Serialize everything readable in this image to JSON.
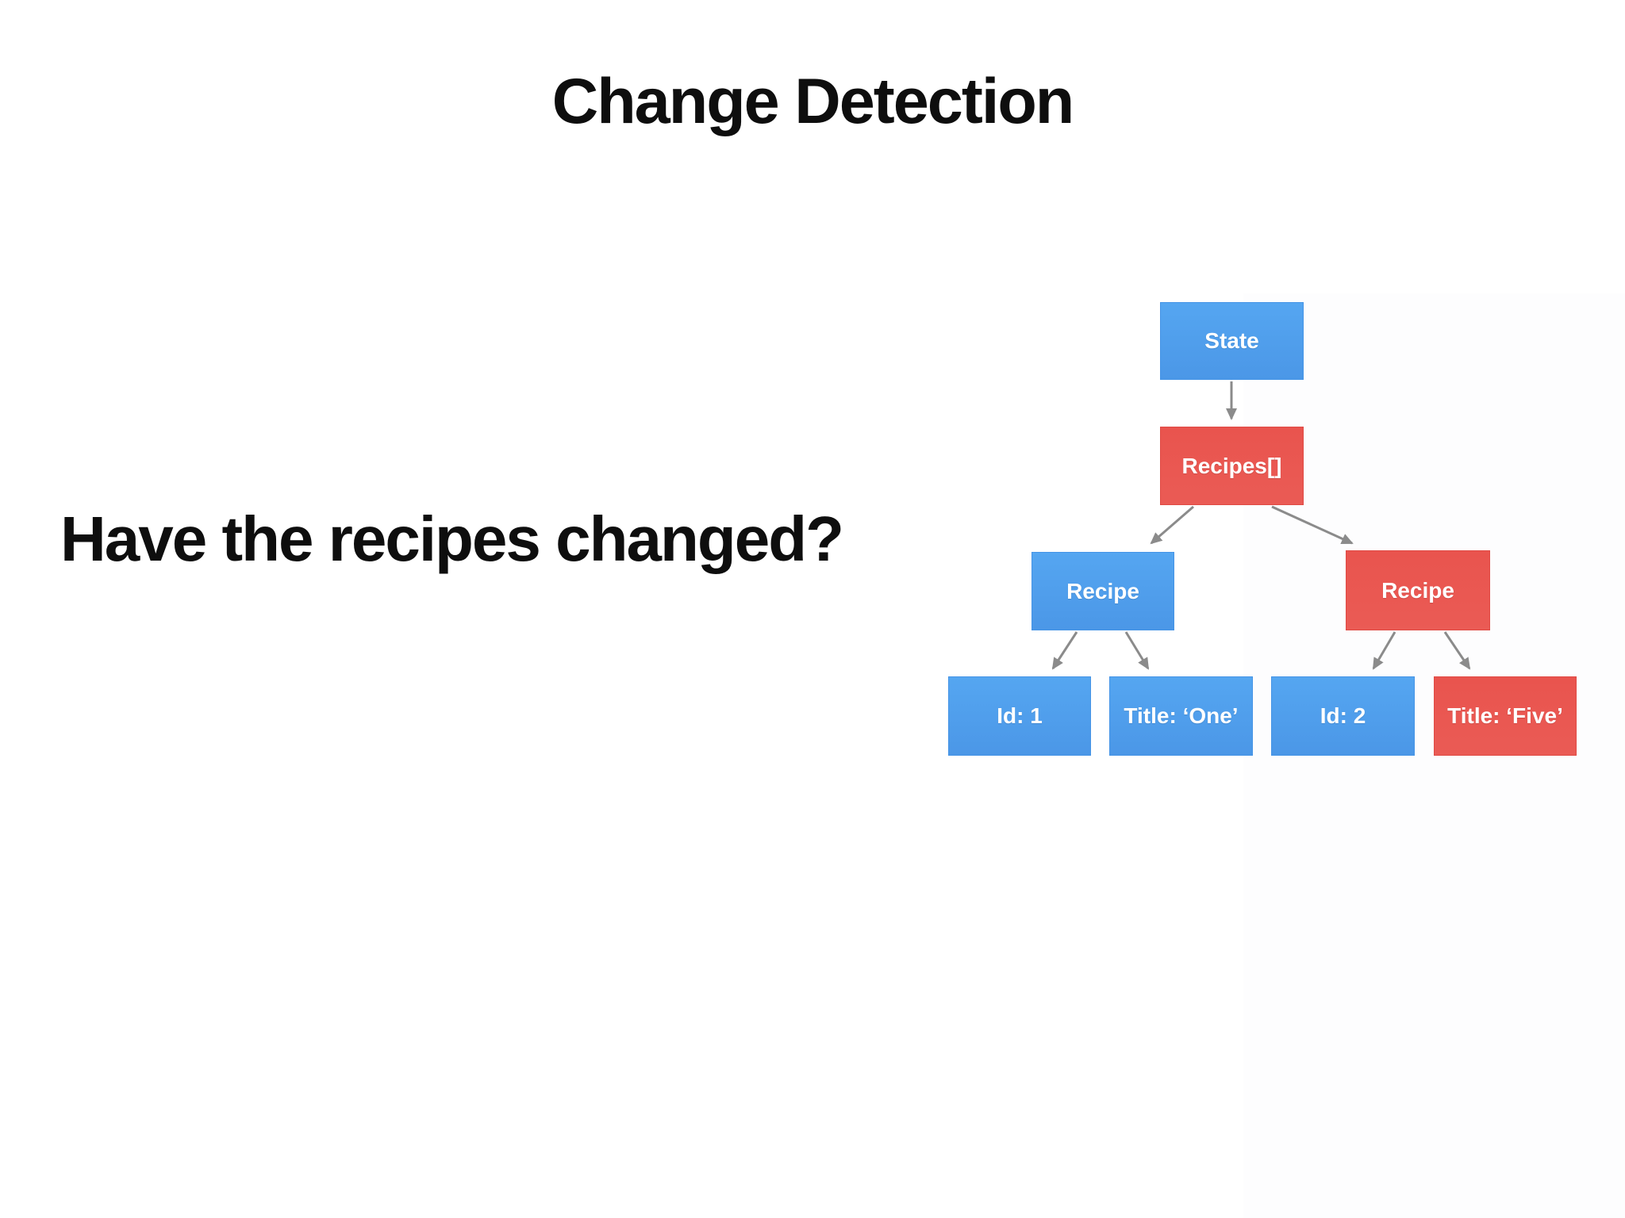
{
  "slide": {
    "title": "Change Detection",
    "question": "Have the recipes changed?"
  },
  "diagram": {
    "colors": {
      "node_blue": "#4E9FEE",
      "node_red": "#E9564F",
      "arrow_gray": "#8B8B8B",
      "label_white": "#FFFFFF"
    },
    "nodes": [
      {
        "id": "state",
        "label": "State",
        "color": "blue"
      },
      {
        "id": "recipes",
        "label": "Recipes[]",
        "color": "red"
      },
      {
        "id": "recipe-1",
        "label": "Recipe",
        "color": "blue"
      },
      {
        "id": "recipe-2",
        "label": "Recipe",
        "color": "red"
      },
      {
        "id": "id-1",
        "label": "Id: 1",
        "color": "blue"
      },
      {
        "id": "title-one",
        "label": "Title: ‘One’",
        "color": "blue"
      },
      {
        "id": "id-2",
        "label": "Id: 2",
        "color": "blue"
      },
      {
        "id": "title-five",
        "label": "Title: ‘Five’",
        "color": "red"
      }
    ],
    "edges": [
      {
        "from": "state",
        "to": "recipes"
      },
      {
        "from": "recipes",
        "to": "recipe-1"
      },
      {
        "from": "recipes",
        "to": "recipe-2"
      },
      {
        "from": "recipe-1",
        "to": "id-1"
      },
      {
        "from": "recipe-1",
        "to": "title-one"
      },
      {
        "from": "recipe-2",
        "to": "id-2"
      },
      {
        "from": "recipe-2",
        "to": "title-five"
      }
    ]
  }
}
